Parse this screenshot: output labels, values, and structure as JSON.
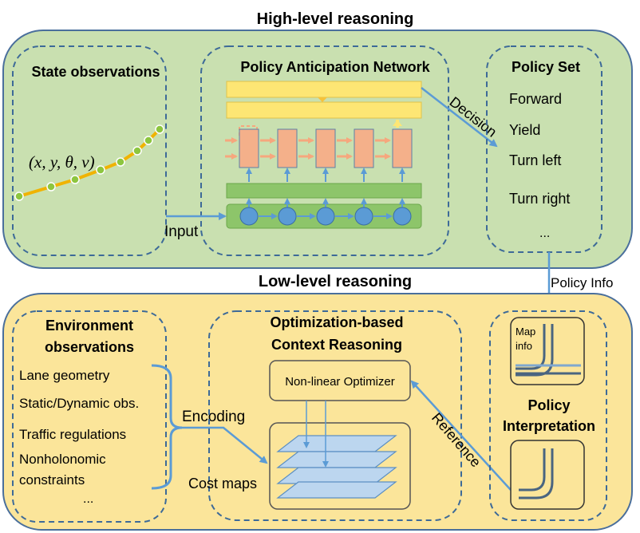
{
  "colors": {
    "high_panel_fill": "#c9e0b0",
    "high_panel_stroke": "#4a6f9c",
    "low_panel_fill": "#fbe59a",
    "dashed_stroke": "#3d6a98",
    "trajectory": "#f0b300",
    "trajectory_dot": "#8dc63f",
    "yellow_layer": "#fde674",
    "green_layer": "#8dc56a",
    "rnn_cell": "#f4b08a",
    "rnn_arrow": "#f6a77d",
    "node_blue": "#5b9bd5",
    "arrow_blue": "#5b9bd5",
    "costmap_fill": "#bcd6ef",
    "road_line": "#4a6580"
  },
  "high_level": {
    "title": "High-level reasoning",
    "state": {
      "title": "State observations",
      "formula": "(x, y, θ, v)"
    },
    "pan": {
      "title": "Policy Anticipation Network"
    },
    "policy_set": {
      "title": "Policy Set",
      "items": [
        "Forward",
        "Yield",
        "Turn left",
        "Turn right",
        "..."
      ]
    },
    "input_label": "Input",
    "decision_label": "Decision"
  },
  "policy_info_label": "Policy Info",
  "low_level": {
    "title": "Low-level reasoning",
    "env": {
      "title_line1": "Environment",
      "title_line2": "observations",
      "items": [
        "Lane geometry",
        "Static/Dynamic obs.",
        "Traffic regulations",
        "Nonholonomic",
        "constraints",
        "..."
      ]
    },
    "opt": {
      "title_line1": "Optimization-based",
      "title_line2": "Context Reasoning",
      "optimizer": "Non-linear Optimizer",
      "cost_maps": "Cost maps"
    },
    "encoding_label": "Encoding",
    "reference_label": "Reference",
    "interp": {
      "map_info_line1": "Map",
      "map_info_line2": "info",
      "title_line1": "Policy",
      "title_line2": "Interpretation"
    }
  }
}
